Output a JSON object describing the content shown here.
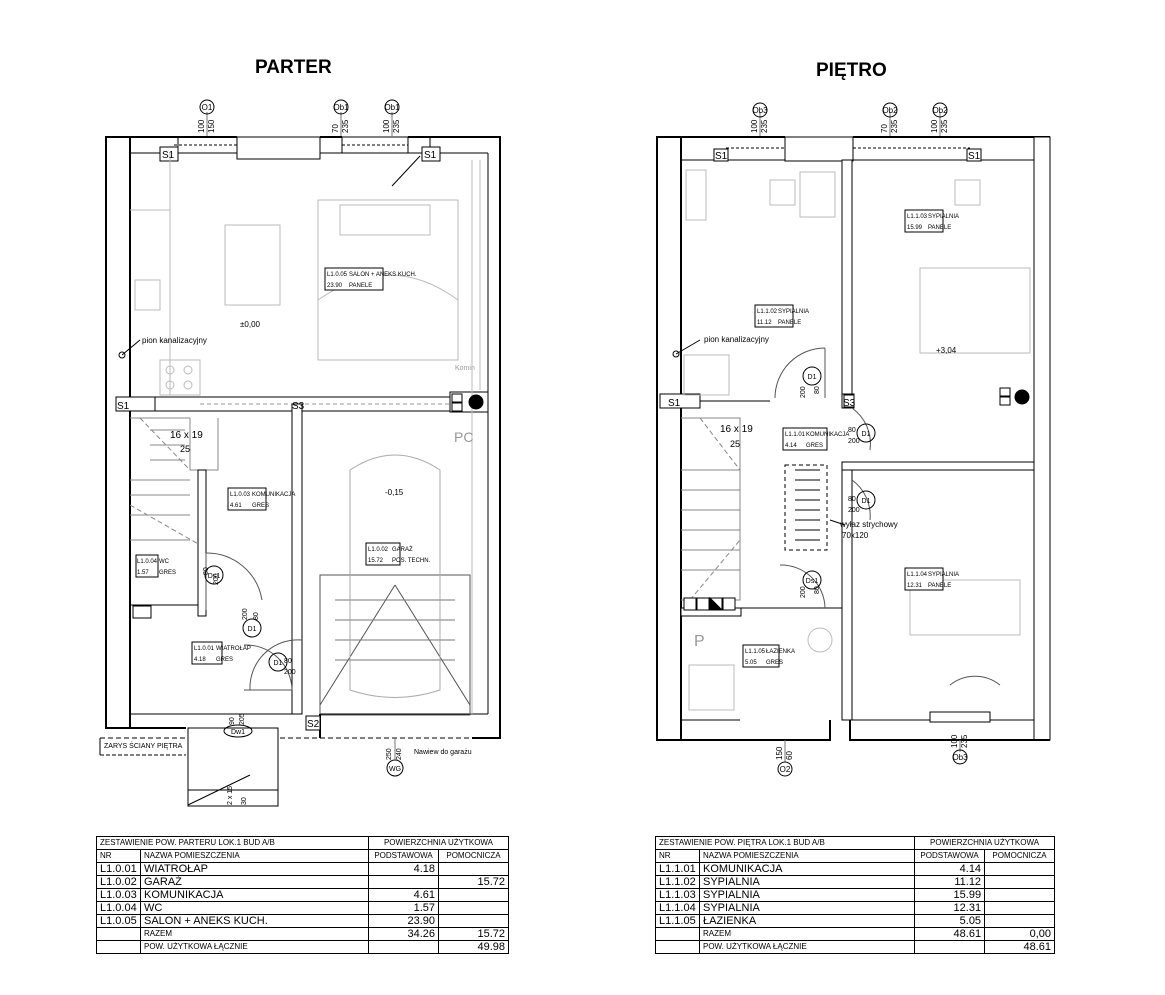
{
  "parter": {
    "title": "PARTER",
    "axes": [
      "O1",
      "Ob1",
      "Ob1"
    ],
    "dims": [
      "100",
      "150",
      "70",
      "235",
      "100",
      "235"
    ],
    "labels": {
      "s1a": "S1",
      "s1b": "S1",
      "s1c": "S1",
      "s3": "S3",
      "s2": "S2",
      "pion": "pion kanalizacyjny",
      "level0": "±0,00",
      "level1": "-0,15",
      "stairs": "16 x 19",
      "stairs25": "25",
      "pc": "PC",
      "komin": "Komin",
      "d1a": "D1",
      "d1b": "D1",
      "ds1": "Ds1",
      "dw1": "Dw1",
      "wg": "WG",
      "d200": "200",
      "d80": "80",
      "d90": "90",
      "d205": "205",
      "d250": "250",
      "d240": "240",
      "zarys": "ZARYS ŚCIANY PIĘTRA",
      "nawiew": "Nawiew do garażu",
      "step": "2 x 15",
      "step30": "30"
    },
    "rooms": [
      {
        "code": "L1.0.05",
        "name": "SALON + ANEKS KUCH.",
        "area": "23.90",
        "floor": "PANELE"
      },
      {
        "code": "L1.0.03",
        "name": "KOMUNIKACJA",
        "area": "4.61",
        "floor": "GRES"
      },
      {
        "code": "L1.0.02",
        "name": "GARAŻ",
        "area": "15.72",
        "floor": "POS. TECHN."
      },
      {
        "code": "L1.0.04",
        "name": "WC",
        "area": "1.57",
        "floor": "GRES"
      },
      {
        "code": "L1.0.01",
        "name": "WIATROŁAP",
        "area": "4.18",
        "floor": "GRES"
      }
    ],
    "table": {
      "title": "ZESTAWIENIE POW. PARTERU LOK.1 BUD A/B",
      "group": "POWIERZCHNIA UŻYTKOWA",
      "col_nr": "NR",
      "col_name": "NAZWA POMIESZCZENIA",
      "col_basic": "PODSTAWOWA",
      "col_aux": "POMOCNICZA",
      "rows": [
        {
          "nr": "L1.0.01",
          "name": "WIATROŁAP",
          "basic": "4.18",
          "aux": ""
        },
        {
          "nr": "L1.0.02",
          "name": "GARAŻ",
          "basic": "",
          "aux": "15.72"
        },
        {
          "nr": "L1.0.03",
          "name": "KOMUNIKACJA",
          "basic": "4.61",
          "aux": ""
        },
        {
          "nr": "L1.0.04",
          "name": "WC",
          "basic": "1.57",
          "aux": ""
        },
        {
          "nr": "L1.0.05",
          "name": "SALON + ANEKS KUCH.",
          "basic": "23.90",
          "aux": ""
        }
      ],
      "sum_label": "RAZEM",
      "sum_basic": "34.26",
      "sum_aux": "15.72",
      "total_label": "POW. UŻYTKOWA ŁĄCZNIE",
      "total": "49.98"
    }
  },
  "pietro": {
    "title": "PIĘTRO",
    "axes": [
      "Ob3",
      "Ob2",
      "Ob2",
      "O2",
      "Ob3"
    ],
    "dims": [
      "100",
      "235",
      "70",
      "235",
      "100",
      "235",
      "150",
      "60",
      "100",
      "235"
    ],
    "labels": {
      "s1a": "S1",
      "s1b": "S1",
      "s1c": "S1",
      "s3": "S3",
      "pion": "pion kanalizacyjny",
      "level": "+3,04",
      "stairs": "16 x 19",
      "stairs25": "25",
      "p": "P",
      "d1a": "D1",
      "d1b": "D1",
      "d1c": "D1",
      "ds1": "Ds1",
      "d200": "200",
      "d80": "80",
      "wylaz": "wyłaz strychowy",
      "wylaz_dim": "70x120"
    },
    "rooms": [
      {
        "code": "L1.1.03",
        "name": "SYPIALNIA",
        "area": "15.99",
        "floor": "PANELE"
      },
      {
        "code": "L1.1.02",
        "name": "SYPIALNIA",
        "area": "11.12",
        "floor": "PANELE"
      },
      {
        "code": "L1.1.01",
        "name": "KOMUNIKACJA",
        "area": "4.14",
        "floor": "GRES"
      },
      {
        "code": "L1.1.04",
        "name": "SYPIALNIA",
        "area": "12.31",
        "floor": "PANELE"
      },
      {
        "code": "L1.1.05",
        "name": "ŁAZIENKA",
        "area": "5.05",
        "floor": "GRES"
      }
    ],
    "table": {
      "title": "ZESTAWIENIE POW. PIĘTRA LOK.1 BUD A/B",
      "group": "POWIERZCHNIA UŻYTKOWA",
      "col_nr": "NR",
      "col_name": "NAZWA POMIESZCZENIA",
      "col_basic": "PODSTAWOWA",
      "col_aux": "POMOCNICZA",
      "rows": [
        {
          "nr": "L1.1.01",
          "name": "KOMUNIKACJA",
          "basic": "4.14",
          "aux": ""
        },
        {
          "nr": "L1.1.02",
          "name": "SYPIALNIA",
          "basic": "11.12",
          "aux": ""
        },
        {
          "nr": "L1.1.03",
          "name": "SYPIALNIA",
          "basic": "15.99",
          "aux": ""
        },
        {
          "nr": "L1.1.04",
          "name": "SYPIALNIA",
          "basic": "12.31",
          "aux": ""
        },
        {
          "nr": "L1.1.05",
          "name": "ŁAZIENKA",
          "basic": "5.05",
          "aux": ""
        }
      ],
      "sum_label": "RAZEM",
      "sum_basic": "48.61",
      "sum_aux": "0,00",
      "total_label": "POW. UŻYTKOWA ŁĄCZNIE",
      "total": "48.61"
    }
  }
}
